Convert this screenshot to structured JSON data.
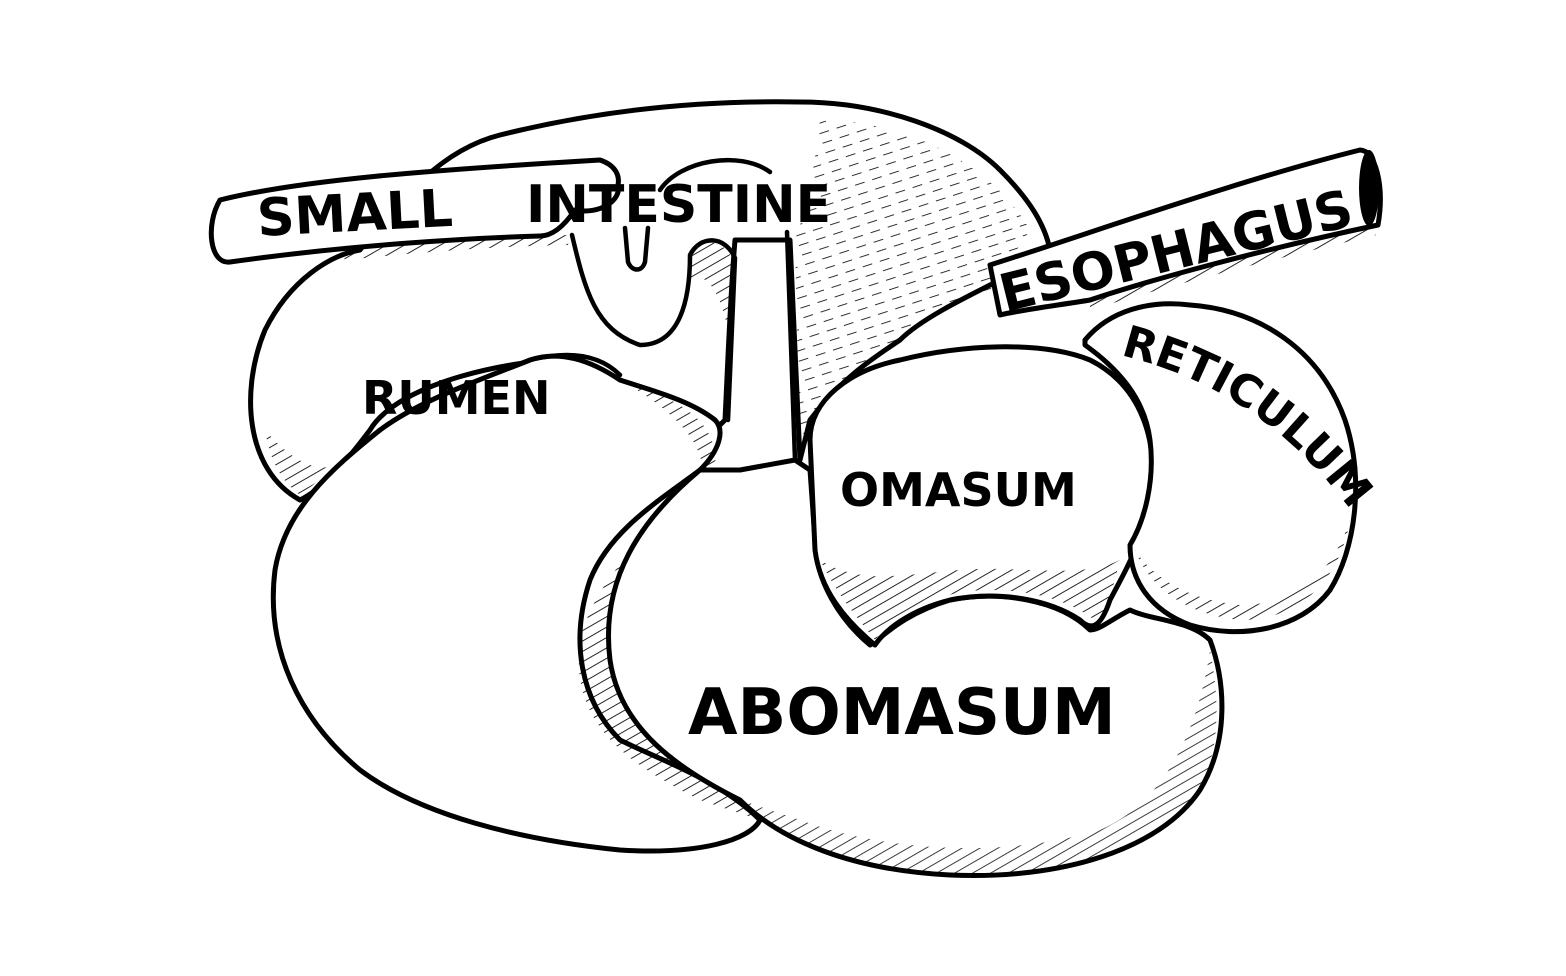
{
  "labels": {
    "small": "SMALL",
    "intestine": "INTESTINE",
    "esophagus": "ESOPHAGUS",
    "rumen": "RUMEN",
    "reticulum": "RETICULUM",
    "omasum": "OMASUM",
    "abomasum": "ABOMASUM"
  },
  "colors": {
    "ink": "#000000",
    "paper": "#ffffff"
  }
}
